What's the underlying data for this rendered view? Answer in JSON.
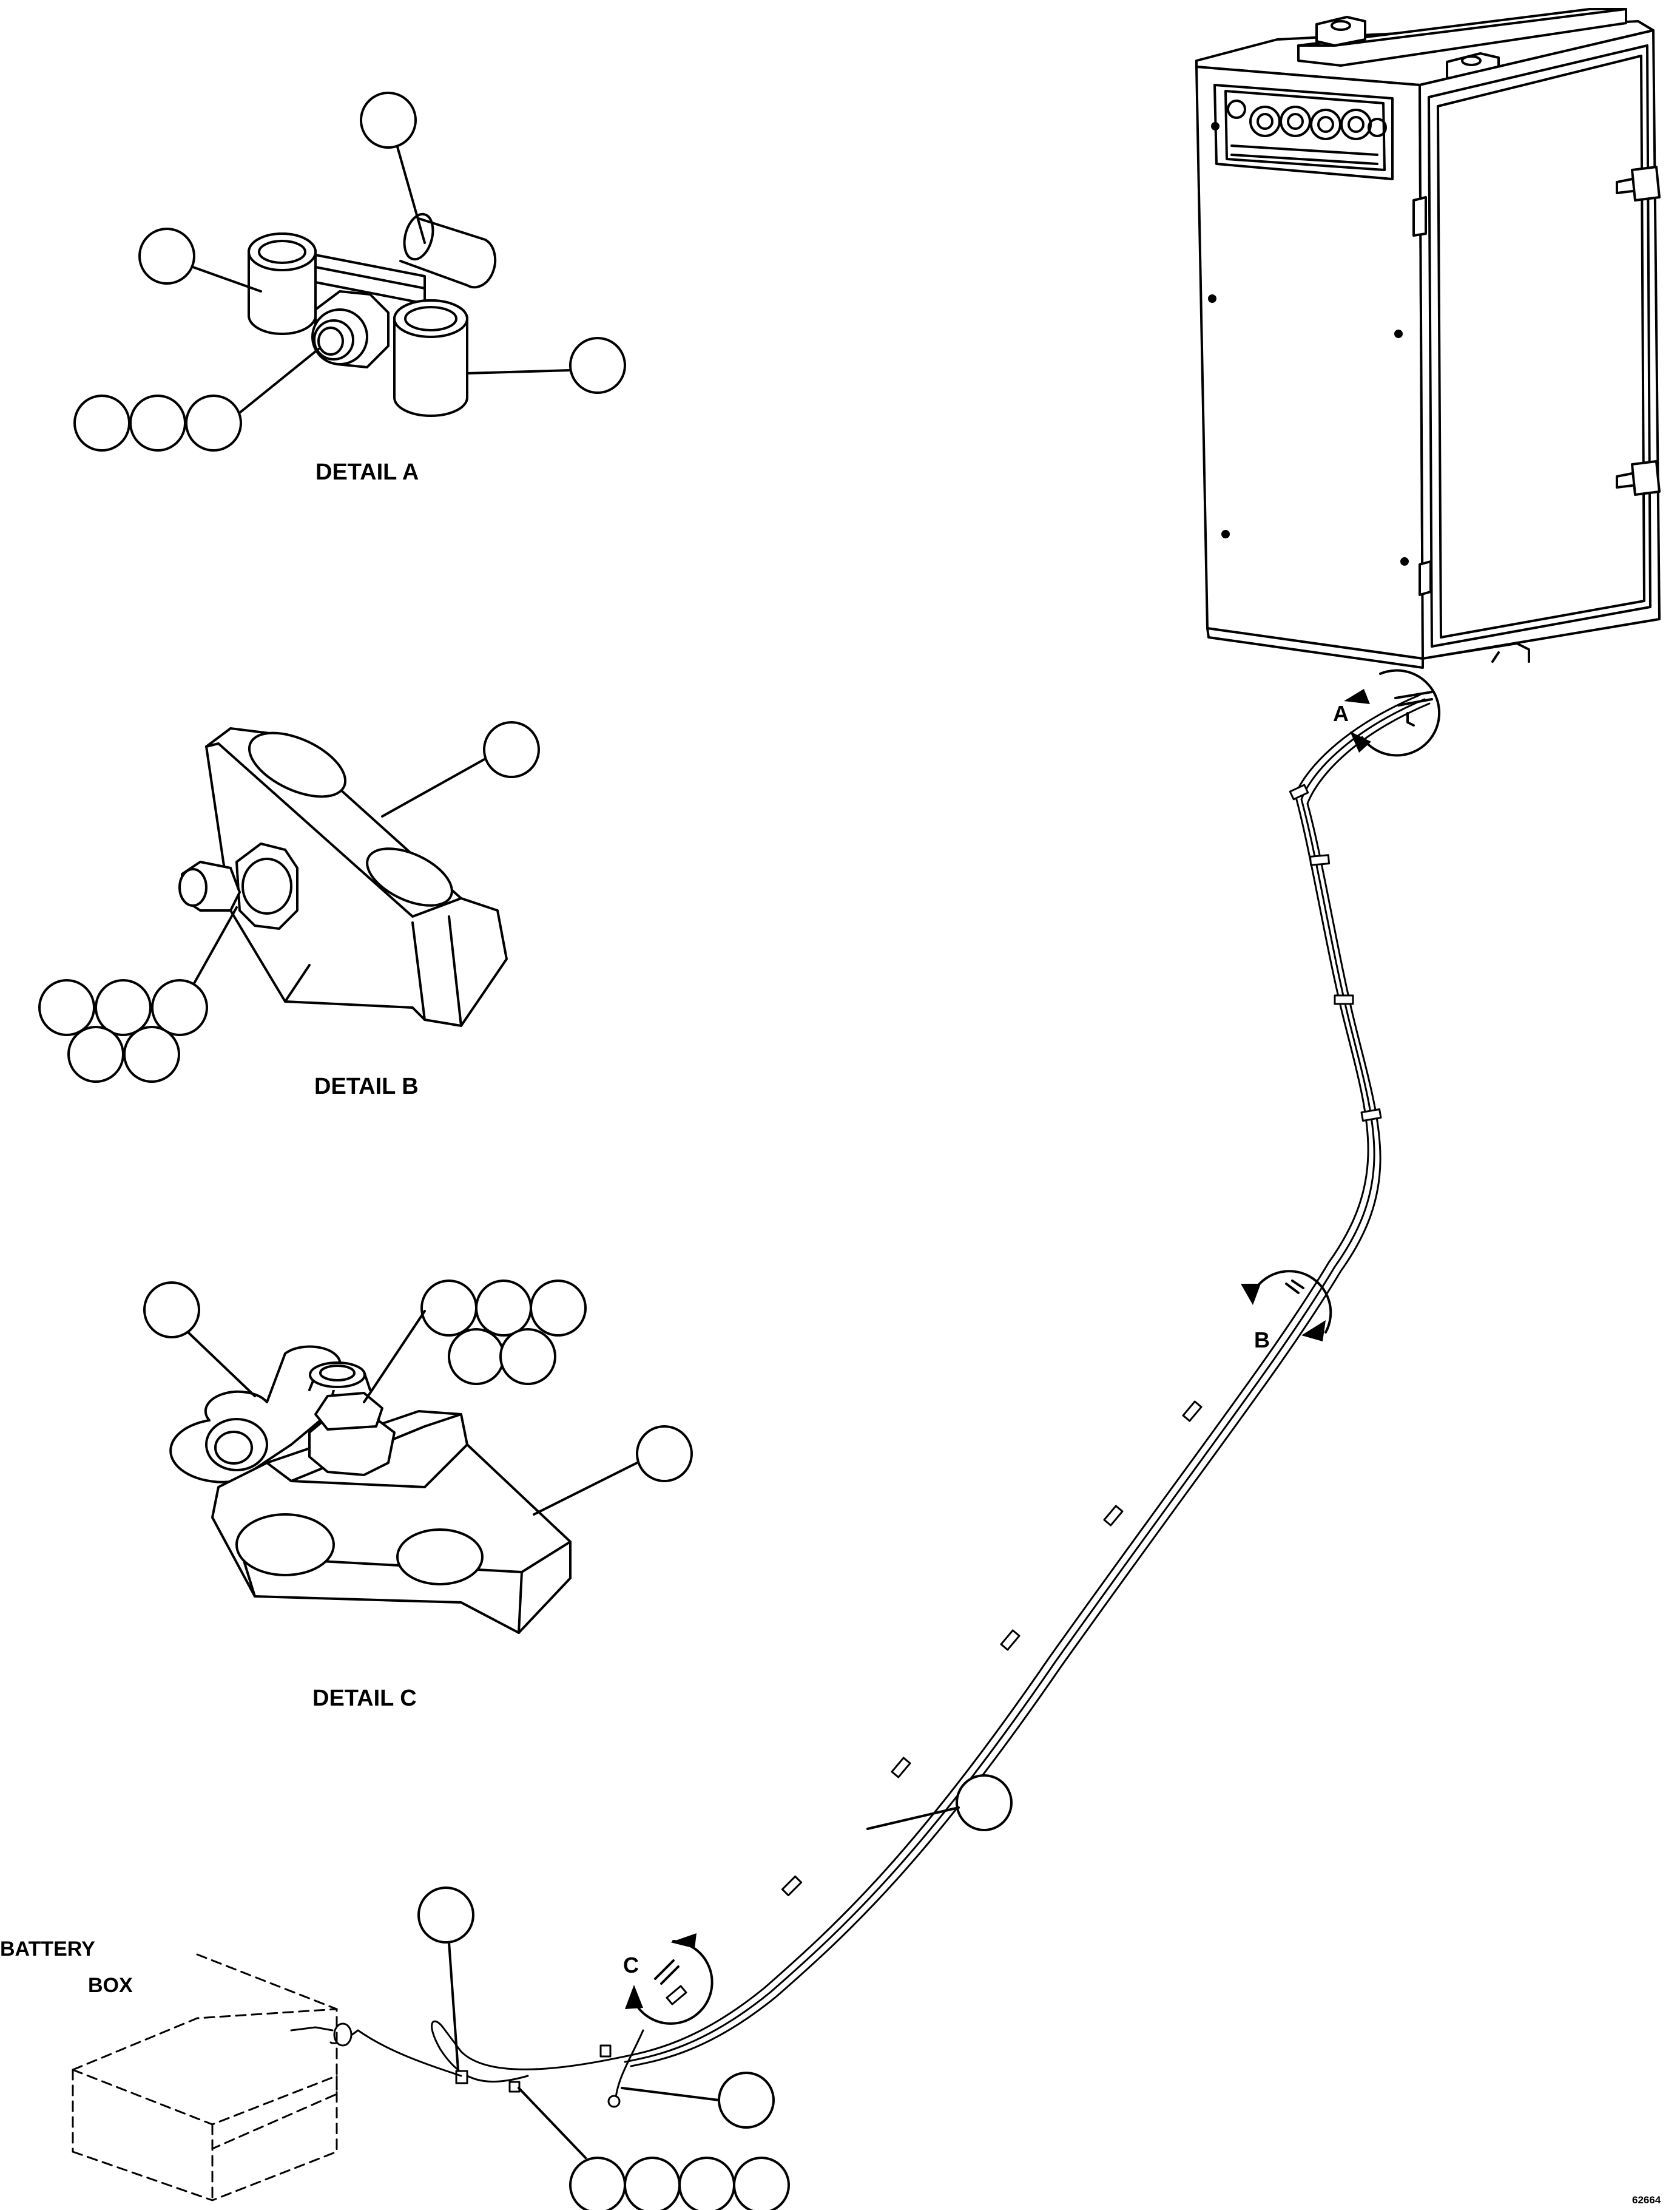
{
  "details": {
    "a": "DETAIL A",
    "b": "DETAIL B",
    "c": "DETAIL C"
  },
  "view_markers": {
    "a": "A",
    "b": "B",
    "c": "C"
  },
  "battery_box": {
    "line1": "BATTERY",
    "line2": "BOX"
  },
  "drawing_code": "62664"
}
